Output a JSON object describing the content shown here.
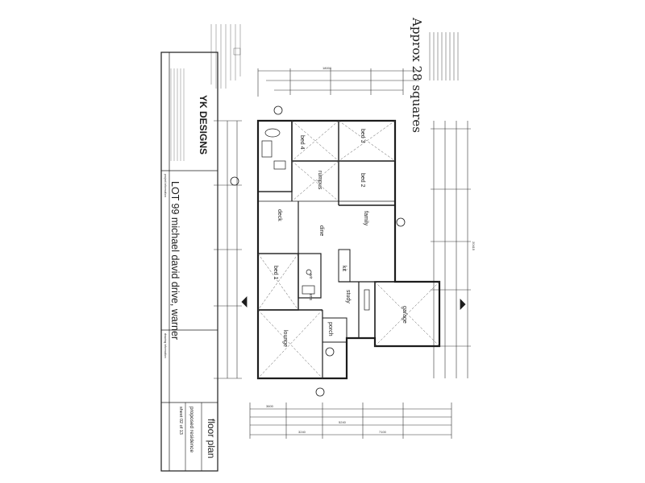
{
  "title_block": {
    "company": "YK DESIGNS",
    "project_info_label": "project information",
    "project_title": "LOT 99 michael david drive, warner",
    "drawing_info_label": "drawing information",
    "drawing_title": "floor plan",
    "description": "proposed residence",
    "sheet": "sheet 02 of 13"
  },
  "annotation": {
    "handwritten": "Approx 28 squares"
  },
  "rooms": [
    {
      "name": "bed 4"
    },
    {
      "name": "bed 3"
    },
    {
      "name": "bed 2"
    },
    {
      "name": "rumpus"
    },
    {
      "name": "family"
    },
    {
      "name": "deck"
    },
    {
      "name": "dine"
    },
    {
      "name": "bed 1"
    },
    {
      "name": "kit"
    },
    {
      "name": "study"
    },
    {
      "name": "garage"
    },
    {
      "name": "porch"
    },
    {
      "name": "lounge"
    },
    {
      "name": "wir"
    },
    {
      "name": "ens"
    }
  ],
  "dimensions": {
    "overall_length": "18000",
    "overall_width": "20415",
    "seg_a": "3600",
    "seg_b": "5240",
    "seg_c": "7100",
    "seg_d": "3240"
  },
  "colors": {
    "ink": "#1c1c1c",
    "paper": "#ffffff",
    "hatch": "#2a2a2a"
  }
}
